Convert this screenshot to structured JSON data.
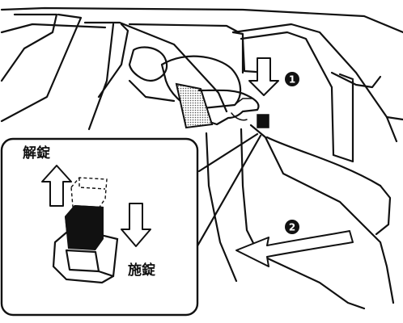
{
  "callouts": {
    "step1": "1",
    "step2": "2"
  },
  "inset": {
    "unlock_label": "解錠",
    "lock_label": "施錠"
  },
  "colors": {
    "ink": "#111111",
    "paper": "#ffffff",
    "hatch": "#777777"
  }
}
